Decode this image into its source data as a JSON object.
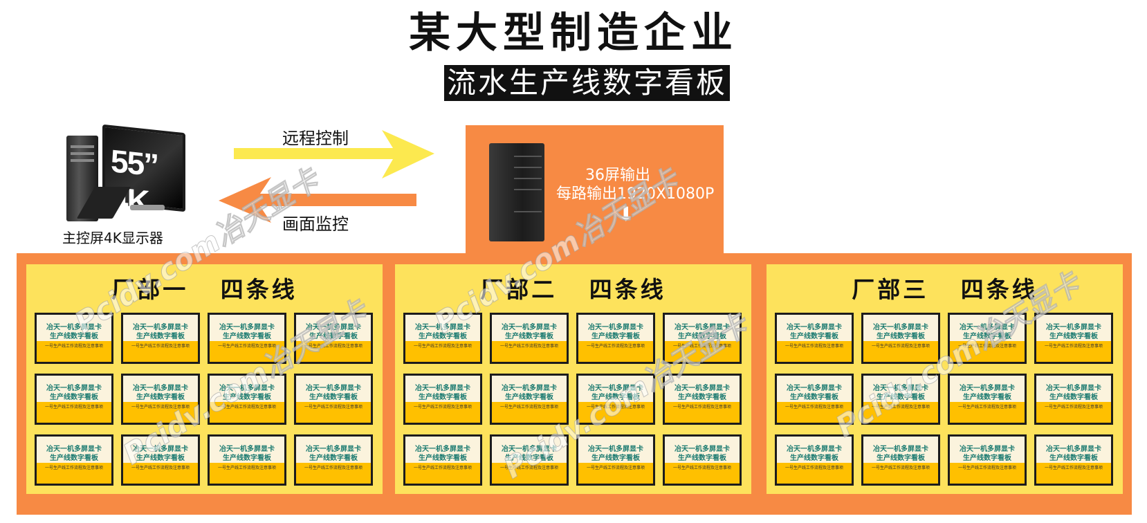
{
  "header": {
    "title": "某大型制造企业",
    "subtitle": "流水生产线数字看板"
  },
  "host": {
    "monitor_text": "55” 4K",
    "label": "主控屏4K显示器"
  },
  "arrows": {
    "remote_control": "远程控制",
    "monitoring": "画面监控",
    "remote_color": "#fce94f",
    "monitor_color": "#f78a44"
  },
  "server": {
    "line1": "36屏输出",
    "line2": "每路输出1920X1080P",
    "down_glyph": "⬇"
  },
  "colors": {
    "orange": "#f78a44",
    "yellow": "#fde25c",
    "screen_bar": "#ffc000"
  },
  "factories": [
    {
      "title": "厂部一   四条线"
    },
    {
      "title": "厂部二   四条线"
    },
    {
      "title": "厂部三   四条线"
    }
  ],
  "screen": {
    "line1": "冶天一机多屏显卡",
    "line2": "生产线数字看板",
    "line3": "一号生产线工作流程及注意事项"
  },
  "watermark": "Pcidv.com冶天显卡"
}
